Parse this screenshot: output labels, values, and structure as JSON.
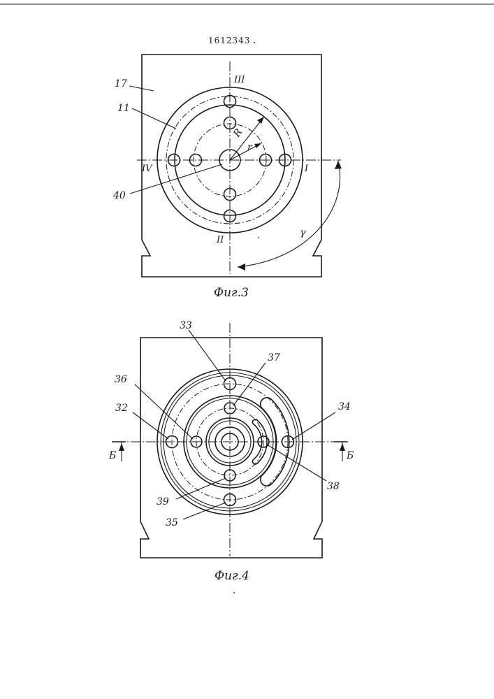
{
  "patent_number": "1612343",
  "fig3": {
    "caption": "Фиг.3",
    "labels": {
      "part_17": "17",
      "part_11": "11",
      "part_40": "40",
      "pos_I": "I",
      "pos_II": "II",
      "pos_III": "III",
      "pos_IV": "IV",
      "radius_R": "R",
      "radius_r": "r",
      "angle": "γ"
    }
  },
  "fig4": {
    "caption": "Фиг.4",
    "labels": {
      "hole_32": "32",
      "hole_33": "33",
      "hole_34": "34",
      "hole_35": "35",
      "hole_36": "36",
      "hole_37": "37",
      "hole_38": "38",
      "hole_39": "39",
      "section_left": "Б",
      "section_right": "Б"
    }
  }
}
